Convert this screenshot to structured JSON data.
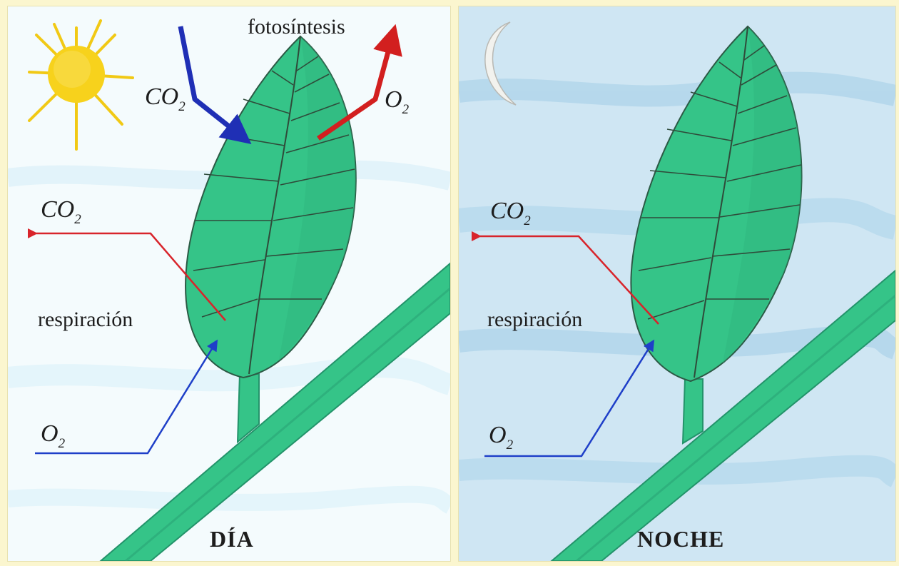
{
  "colors": {
    "leaf": "#35c488",
    "leaf_dark": "#23936a",
    "vein": "#2f4b3a",
    "co2_arrow_day": "#1f2fb5",
    "o2_arrow": "#d21f1f",
    "respiration_co2": "#d8242b",
    "respiration_o2": "#1e3fc8",
    "sun": "#f7d21c",
    "moon": "#f2f2ee",
    "sky_day": "#f4fbfd",
    "sky_night": "#cfe6f3"
  },
  "icons": {
    "sun": "sun-icon",
    "moon": "crescent-moon-icon",
    "leaf": "leaf-illustration"
  },
  "day": {
    "photosynthesis_label": "fotosíntesis",
    "co2_main": "CO",
    "co2_sub": "2",
    "o2_main": "O",
    "o2_sub": "2",
    "resp_co2_main": "CO",
    "resp_co2_sub": "2",
    "respiration_label": "respiración",
    "resp_o2_main": "O",
    "resp_o2_sub": "2",
    "caption": "DÍA"
  },
  "night": {
    "resp_co2_main": "CO",
    "resp_co2_sub": "2",
    "respiration_label": "respiración",
    "resp_o2_main": "O",
    "resp_o2_sub": "2",
    "caption": "NOCHE"
  }
}
